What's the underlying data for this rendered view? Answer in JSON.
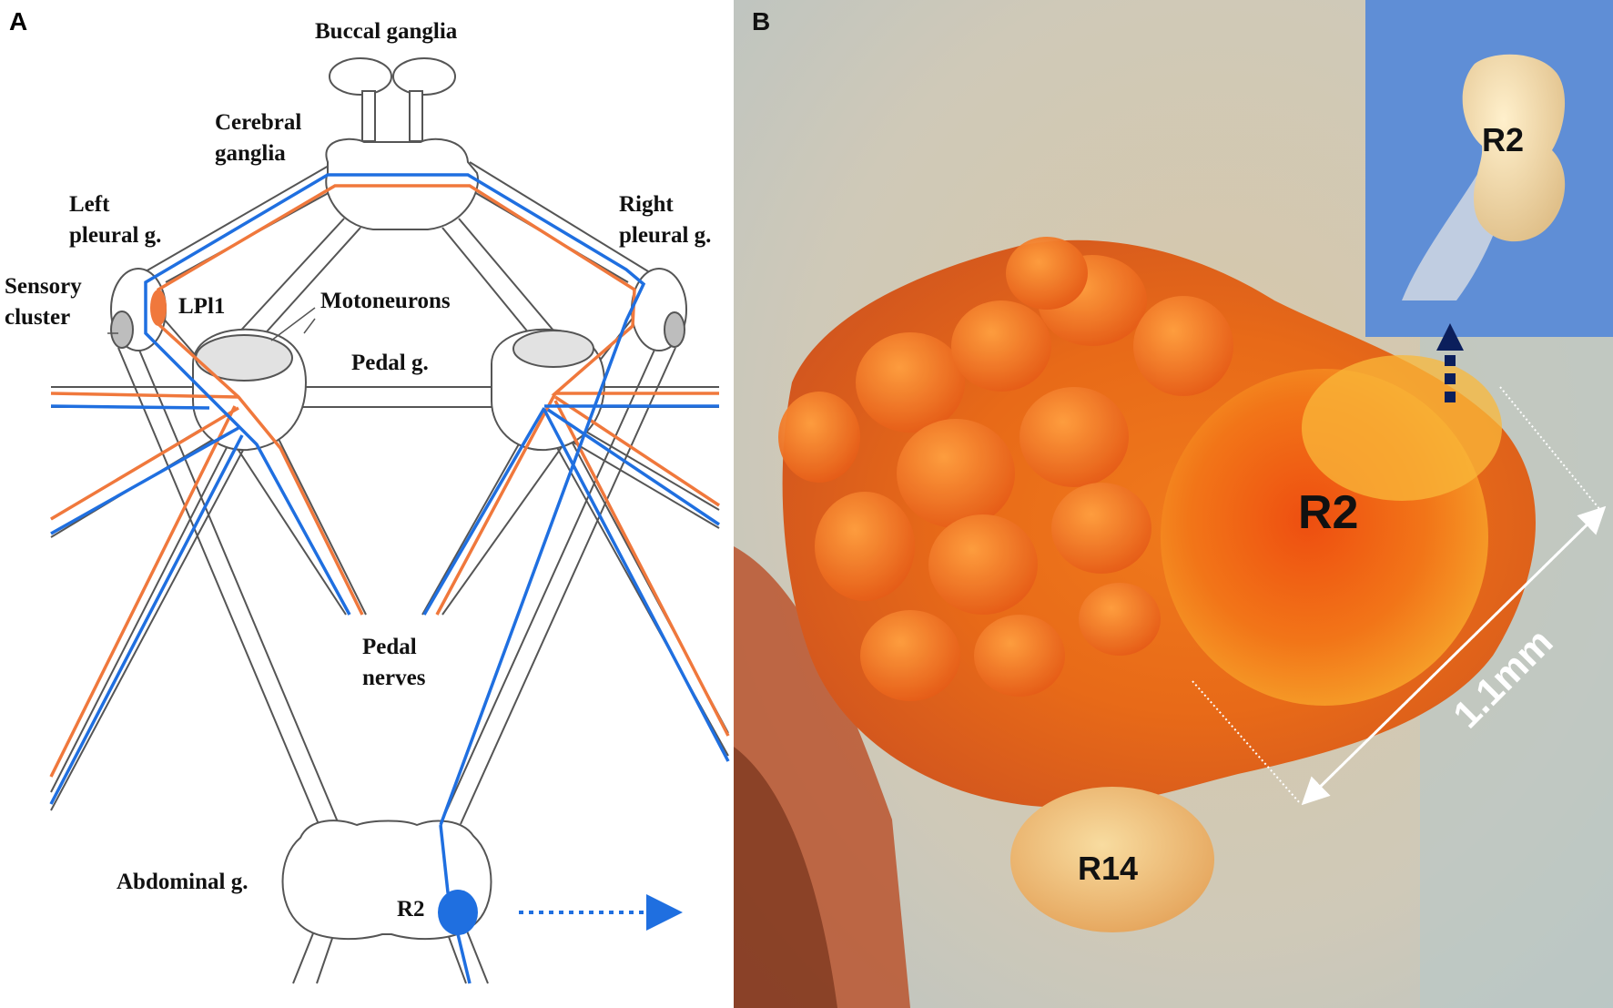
{
  "panel_a": {
    "label": "A",
    "labels": {
      "buccal": "Buccal ganglia",
      "cerebral_1": "Cerebral",
      "cerebral_2": "ganglia",
      "left_pleural_1": "Left",
      "left_pleural_2": "pleural g.",
      "right_pleural_1": "Right",
      "right_pleural_2": "pleural g.",
      "sensory_1": "Sensory",
      "sensory_2": "cluster",
      "lpl1": "LPl1",
      "motoneurons": "Motoneurons",
      "pedal_g": "Pedal g.",
      "pedal_nerves_1": "Pedal",
      "pedal_nerves_2": "nerves",
      "abdominal": "Abdominal g.",
      "r2": "R2"
    },
    "colors": {
      "blue": "#1f6fe0",
      "orange": "#f0783c",
      "outline": "#555555",
      "gray_fill": "#e2e2e2",
      "sensory_fill": "#bdbdbd"
    }
  },
  "panel_b": {
    "label": "B",
    "labels": {
      "r2": "R2",
      "r14": "R14",
      "scale": "1.1mm",
      "inset_r2": "R2"
    },
    "colors": {
      "inset_bg": "#5f8ed6",
      "arrow": "#0b1f5c"
    }
  }
}
